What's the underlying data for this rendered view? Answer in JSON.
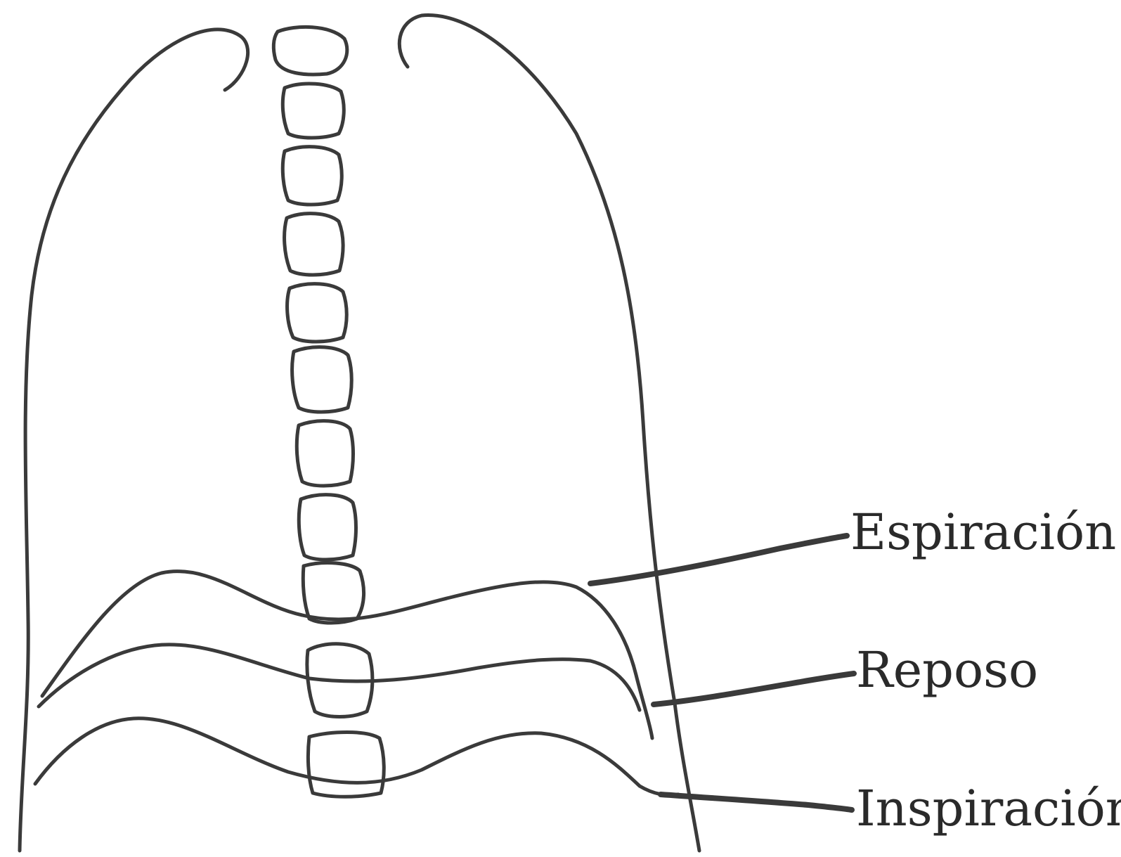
{
  "labels": {
    "expiration": "Espiración",
    "rest": "Reposo",
    "inspiration": "Inspiración"
  },
  "colors": {
    "ink": "#3a3a3a",
    "background": "#ffffff"
  }
}
